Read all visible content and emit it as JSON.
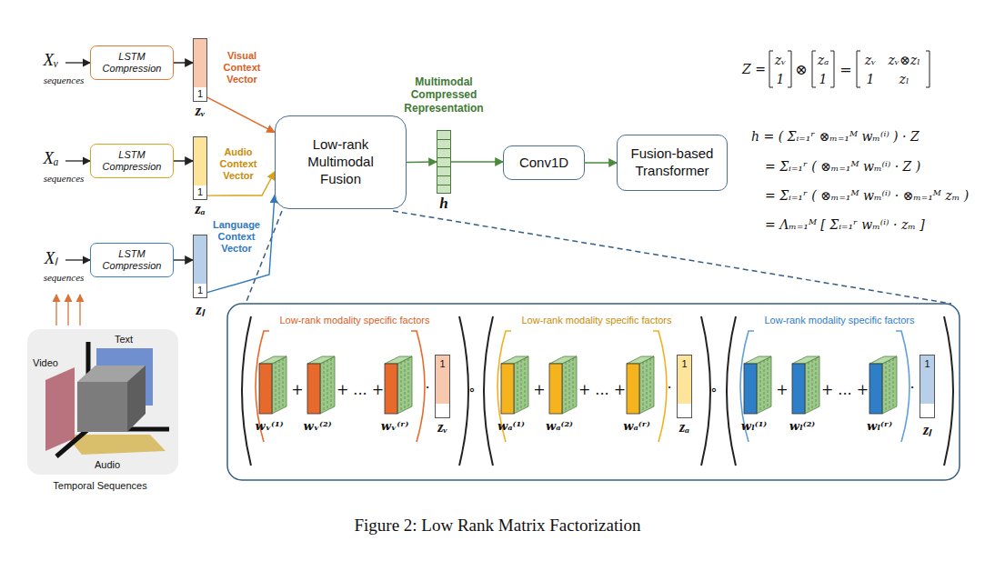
{
  "diagram": {
    "caption": "Figure 2: Low Rank Matrix Factorization",
    "nodes": [
      {
        "text": [
          "LSTM Compression"
        ]
      },
      {
        "text": [
          "1",
          "zᵥ"
        ]
      },
      {
        "text": [
          "LSTM Compression"
        ]
      },
      {
        "text": [
          "1",
          "zₐ"
        ]
      },
      {
        "text": [
          "LSTM Compression"
        ]
      },
      {
        "text": [
          "1",
          "zₗ"
        ]
      },
      {
        "text": [
          "Low-rank Multimodal Fusion"
        ]
      },
      {
        "text": [
          "Multimodal Compressed Representation",
          "h"
        ]
      },
      {
        "text": [
          "Conv1D"
        ]
      },
      {
        "text": [
          "Fusion-based Transformer"
        ]
      },
      {
        "text": [
          "Low-rank modality specific factors"
        ]
      },
      {
        "text": [
          "1",
          "zᵥ"
        ],
        "in": 10
      },
      {
        "text": [
          "Low-rank modality specific factors"
        ]
      },
      {
        "text": [
          "1",
          "zₐ"
        ],
        "in": 12
      },
      {
        "text": [
          "Low-rank modality specific factors"
        ]
      },
      {
        "text": [
          "1",
          "zₗ"
        ],
        "in": 14
      }
    ],
    "edges": [
      {
        "from": 0,
        "to": 1,
        "arrow": "to"
      },
      {
        "from": 1,
        "to": 6,
        "arrow": "to",
        "label": "Visual Context Vector"
      },
      {
        "from": 2,
        "to": 3,
        "arrow": "to"
      },
      {
        "from": 3,
        "to": 6,
        "arrow": "to",
        "label": "Audio Context Vector"
      },
      {
        "from": 4,
        "to": 5,
        "arrow": "to"
      },
      {
        "from": 5,
        "to": 6,
        "arrow": "to",
        "label": "Language Context Vector"
      },
      {
        "from": 6,
        "to": 7,
        "arrow": "to"
      },
      {
        "from": 7,
        "to": 8,
        "arrow": "to"
      },
      {
        "from": 8,
        "to": 9,
        "arrow": "to"
      }
    ],
    "labels": [
      "Xᵥ",
      "sequences",
      "Xₐ",
      "sequences",
      "Xₗ",
      "sequences",
      "Video",
      "Text",
      "Audio",
      "Temporal Sequences",
      "Z =",
      "zᵥ",
      "1",
      "⊗",
      "zₐ",
      "1",
      "=",
      "zᵥ",
      "zᵥ⊗zₗ",
      "1",
      "zₗ",
      "h = ( Σᵢ₌₁ʳ ⊗ₘ₌₁ᴹ wₘ⁽ⁱ⁾ ) · Z",
      "= Σᵢ₌₁ʳ ( ⊗ₘ₌₁ᴹ wₘ⁽ⁱ⁾ · Z )",
      "= Σᵢ₌₁ʳ ( ⊗ₘ₌₁ᴹ wₘ⁽ⁱ⁾ · ⊗ₘ₌₁ᴹ zₘ )",
      "= Λₘ₌₁ᴹ [ Σᵢ₌₁ʳ wₘ⁽ⁱ⁾ · zₘ ]",
      "wᵥ⁽¹⁾",
      "+",
      "wᵥ⁽²⁾",
      "+ ... +",
      "wᵥ⁽ʳ⁾",
      "·",
      "wₐ⁽¹⁾",
      "+",
      "wₐ⁽²⁾",
      "+ ... +",
      "wₐ⁽ʳ⁾",
      "·",
      "wₗ⁽¹⁾",
      "+",
      "wₗ⁽²⁾",
      "+ ... +",
      "wₗ⁽ʳ⁾",
      "·",
      "∘",
      "∘"
    ]
  }
}
